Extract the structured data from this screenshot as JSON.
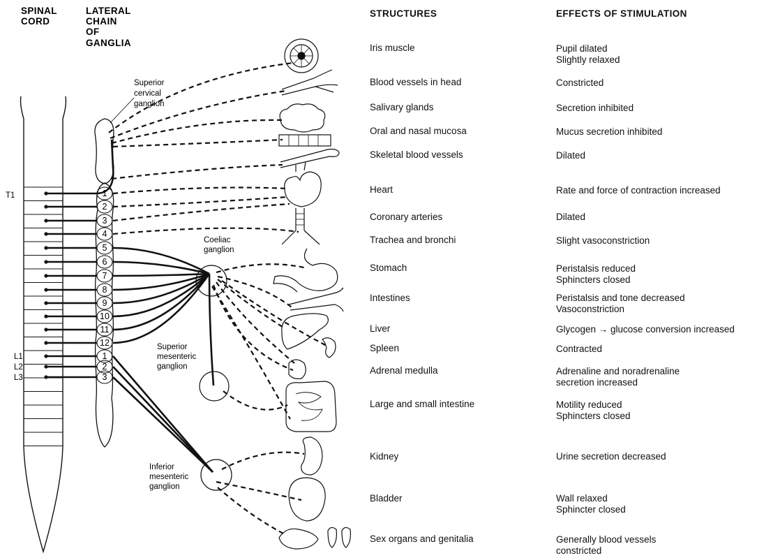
{
  "headers": {
    "spinal_cord": [
      "SPINAL",
      "CORD"
    ],
    "lateral_chain": [
      "LATERAL",
      "CHAIN",
      "OF",
      "GANGLIA"
    ],
    "structures": "STRUCTURES",
    "effects": "EFFECTS OF STIMULATION"
  },
  "ganglia": {
    "superior_cervical": [
      "Superior",
      "cervical",
      "ganglion"
    ],
    "coeliac": [
      "Coeliac",
      "ganglion"
    ],
    "superior_mesenteric": [
      "Superior",
      "mesenteric",
      "ganglion"
    ],
    "inferior_mesenteric": [
      "Inferior",
      "mesenteric",
      "ganglion"
    ]
  },
  "segment_labels": {
    "thoracic": [
      "1",
      "2",
      "3",
      "4",
      "5",
      "6",
      "7",
      "8",
      "9",
      "10",
      "11",
      "12"
    ],
    "lumbar": [
      "1",
      "2",
      "3"
    ],
    "cord_left": [
      "T1",
      "L1",
      "L2",
      "L3"
    ]
  },
  "rows": [
    {
      "structure": "Iris muscle",
      "effect": [
        "Pupil dilated",
        "Slightly relaxed"
      ]
    },
    {
      "structure": "Blood vessels in head",
      "effect": [
        "Constricted"
      ]
    },
    {
      "structure": "Salivary glands",
      "effect": [
        "Secretion inhibited"
      ]
    },
    {
      "structure": "Oral and nasal mucosa",
      "effect": [
        "Mucus secretion inhibited"
      ]
    },
    {
      "structure": "Skeletal blood vessels",
      "effect": [
        "Dilated"
      ]
    },
    {
      "structure": "Heart",
      "effect": [
        "Rate and force of contraction increased"
      ]
    },
    {
      "structure": "Coronary arteries",
      "effect": [
        "Dilated"
      ]
    },
    {
      "structure": "Trachea and bronchi",
      "effect": [
        "Slight vasoconstriction"
      ]
    },
    {
      "structure": "Stomach",
      "effect": [
        "Peristalsis reduced",
        "Sphincters closed"
      ]
    },
    {
      "structure": "Intestines",
      "effect": [
        "Peristalsis and tone decreased",
        "Vasoconstriction"
      ]
    },
    {
      "structure": "Liver",
      "effect": [
        "Glycogen → glucose conversion increased"
      ]
    },
    {
      "structure": "Spleen",
      "effect": [
        "Contracted"
      ]
    },
    {
      "structure": "Adrenal medulla",
      "effect": [
        "Adrenaline and noradrenaline",
        "secretion increased"
      ]
    },
    {
      "structure": "Large and small intestine",
      "effect": [
        "Motility reduced",
        "Sphincters closed"
      ]
    },
    {
      "structure": "Kidney",
      "effect": [
        "Urine secretion decreased"
      ]
    },
    {
      "structure": "Bladder",
      "effect": [
        "Wall relaxed",
        "Sphincter closed"
      ]
    },
    {
      "structure": "Sex organs and genitalia",
      "effect": [
        "Generally blood vessels",
        "constricted"
      ]
    }
  ]
}
